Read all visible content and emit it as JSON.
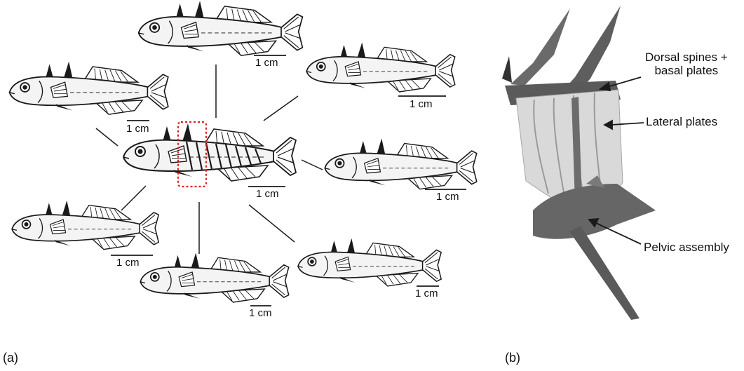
{
  "panels": {
    "a": "(a)",
    "b": "(b)"
  },
  "fish": [
    {
      "id": "center",
      "scale": "1 cm"
    },
    {
      "id": "top",
      "scale": "1 cm"
    },
    {
      "id": "upper-left",
      "scale": "1 cm"
    },
    {
      "id": "upper-right",
      "scale": "1 cm"
    },
    {
      "id": "right",
      "scale": "1 cm"
    },
    {
      "id": "lower-left",
      "scale": "1 cm"
    },
    {
      "id": "bottom",
      "scale": "1 cm"
    },
    {
      "id": "lower-right",
      "scale": "1 cm"
    }
  ],
  "annotations": {
    "dorsal_line1": "Dorsal spines +",
    "dorsal_line2": "basal plates",
    "lateral": "Lateral plates",
    "pelvic": "Pelvic assembly"
  },
  "colors": {
    "outline": "#1a1a1a",
    "body_fill": "#f4f4f4",
    "highlight_box": "#e02020",
    "skeleton_light": "#d9d9d9",
    "skeleton_dark": "#555555"
  }
}
